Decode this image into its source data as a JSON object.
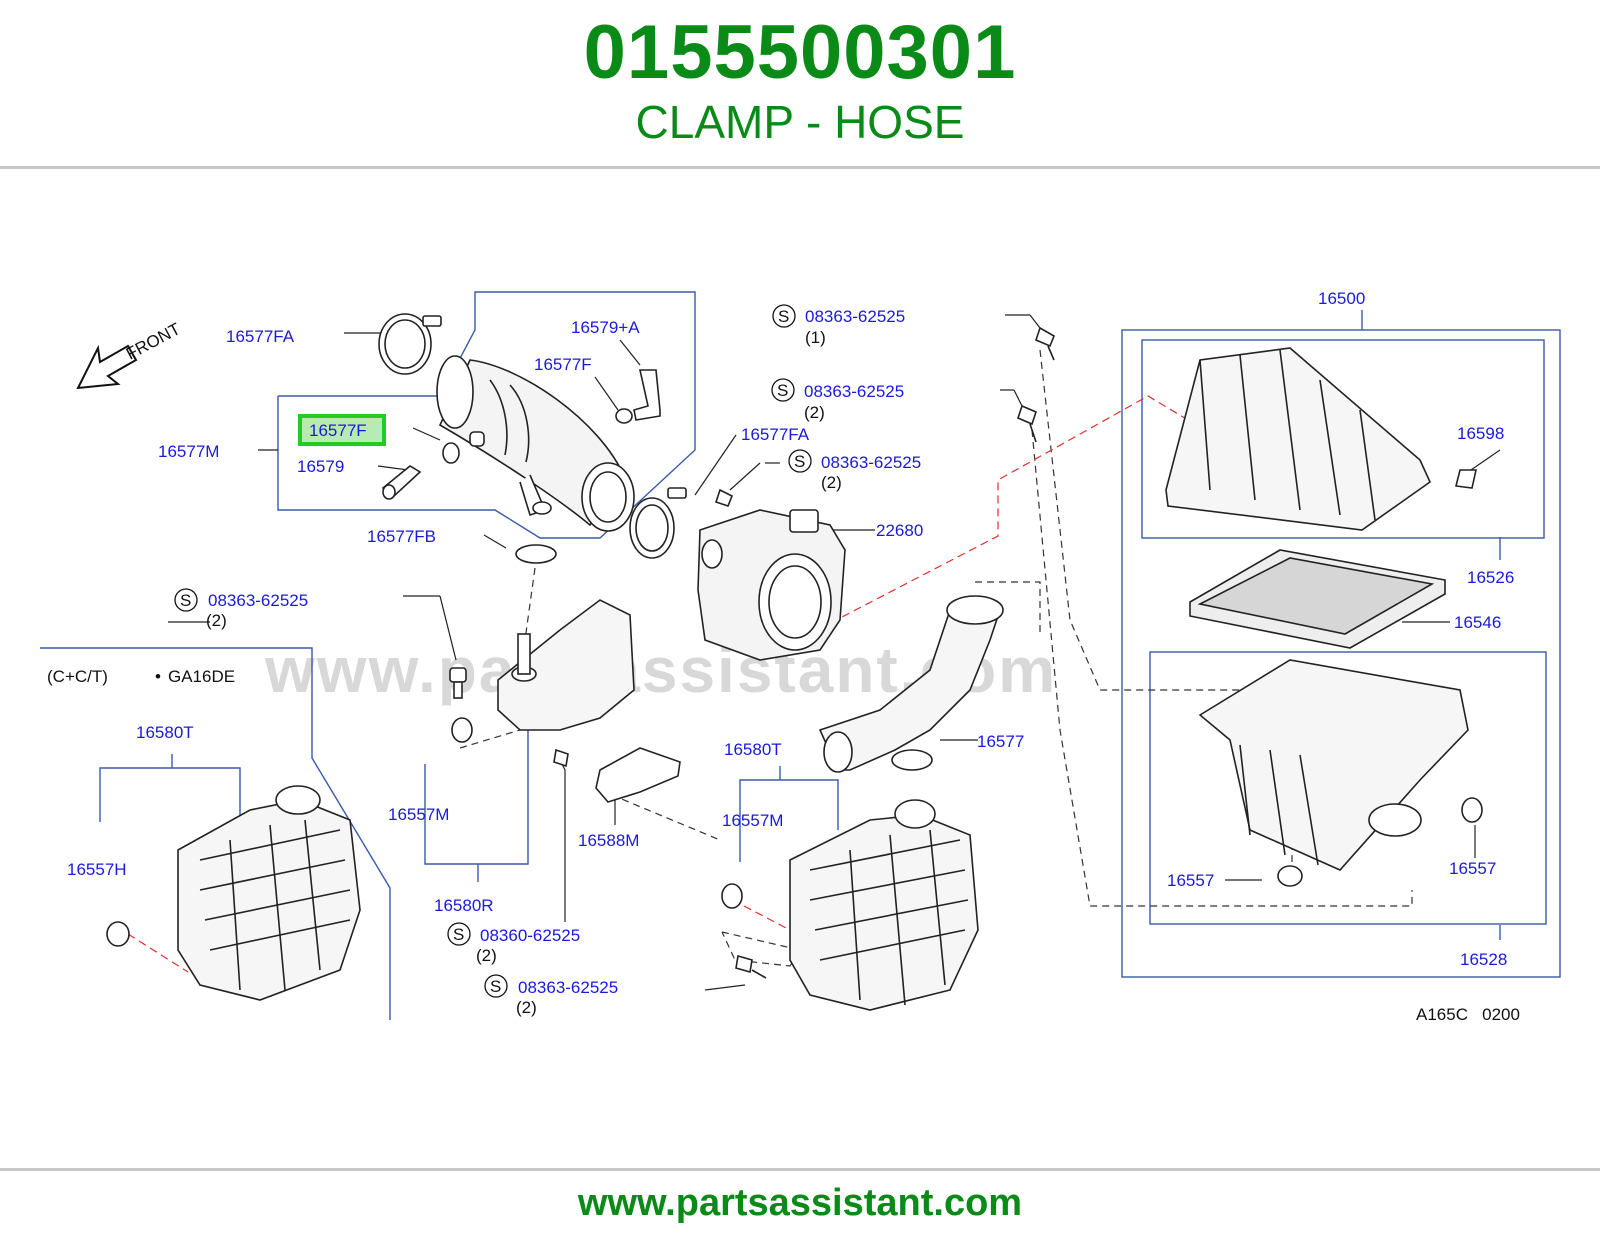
{
  "header": {
    "part_number": "0155500301",
    "part_name": "CLAMP - HOSE"
  },
  "footer": {
    "url": "www.partsassistant.com"
  },
  "watermark": "www.partsassistant.com",
  "diagram": {
    "front_label": "FRONT",
    "variant_label": "(C+C/T)",
    "engine_label": "GA16DE",
    "engine_bullet": "•",
    "drawing_code": "A165C   0200",
    "highlighted_part": "16577F",
    "labels": {
      "l16577FA_top": "16577FA",
      "l16579A": "16579+A",
      "l16577F_upper": "16577F",
      "l16577F_hl": "16577F",
      "l16577M": "16577M",
      "l16579": "16579",
      "l16577FB": "16577FB",
      "l16577FA_mid": "16577FA",
      "l22680": "22680",
      "l16500": "16500",
      "l16598": "16598",
      "l16526": "16526",
      "l16546": "16546",
      "l16577": "16577",
      "l16580T_left": "16580T",
      "l16557H": "16557H",
      "l16557M_mid": "16557M",
      "l16580R": "16580R",
      "l16588M": "16588M",
      "l16580T_right": "16580T",
      "l16557M_right": "16557M",
      "l16557_left": "16557",
      "l16557_right": "16557",
      "l16528": "16528"
    },
    "s_mark": "S",
    "screws": [
      {
        "code": "08363-62525",
        "qty": "(1)"
      },
      {
        "code": "08363-62525",
        "qty": "(2)"
      },
      {
        "code": "08363-62525",
        "qty": "(2)"
      },
      {
        "code": "08363-62525",
        "qty": "(2)"
      },
      {
        "code": "08360-62525",
        "qty": "(2)"
      },
      {
        "code": "08363-62525",
        "qty": "(2)"
      }
    ]
  },
  "colors": {
    "brand_green": "#0a8a16",
    "label_blue": "#1a1adc",
    "highlight_green": "#22cc22",
    "leader_red": "#e03030"
  }
}
